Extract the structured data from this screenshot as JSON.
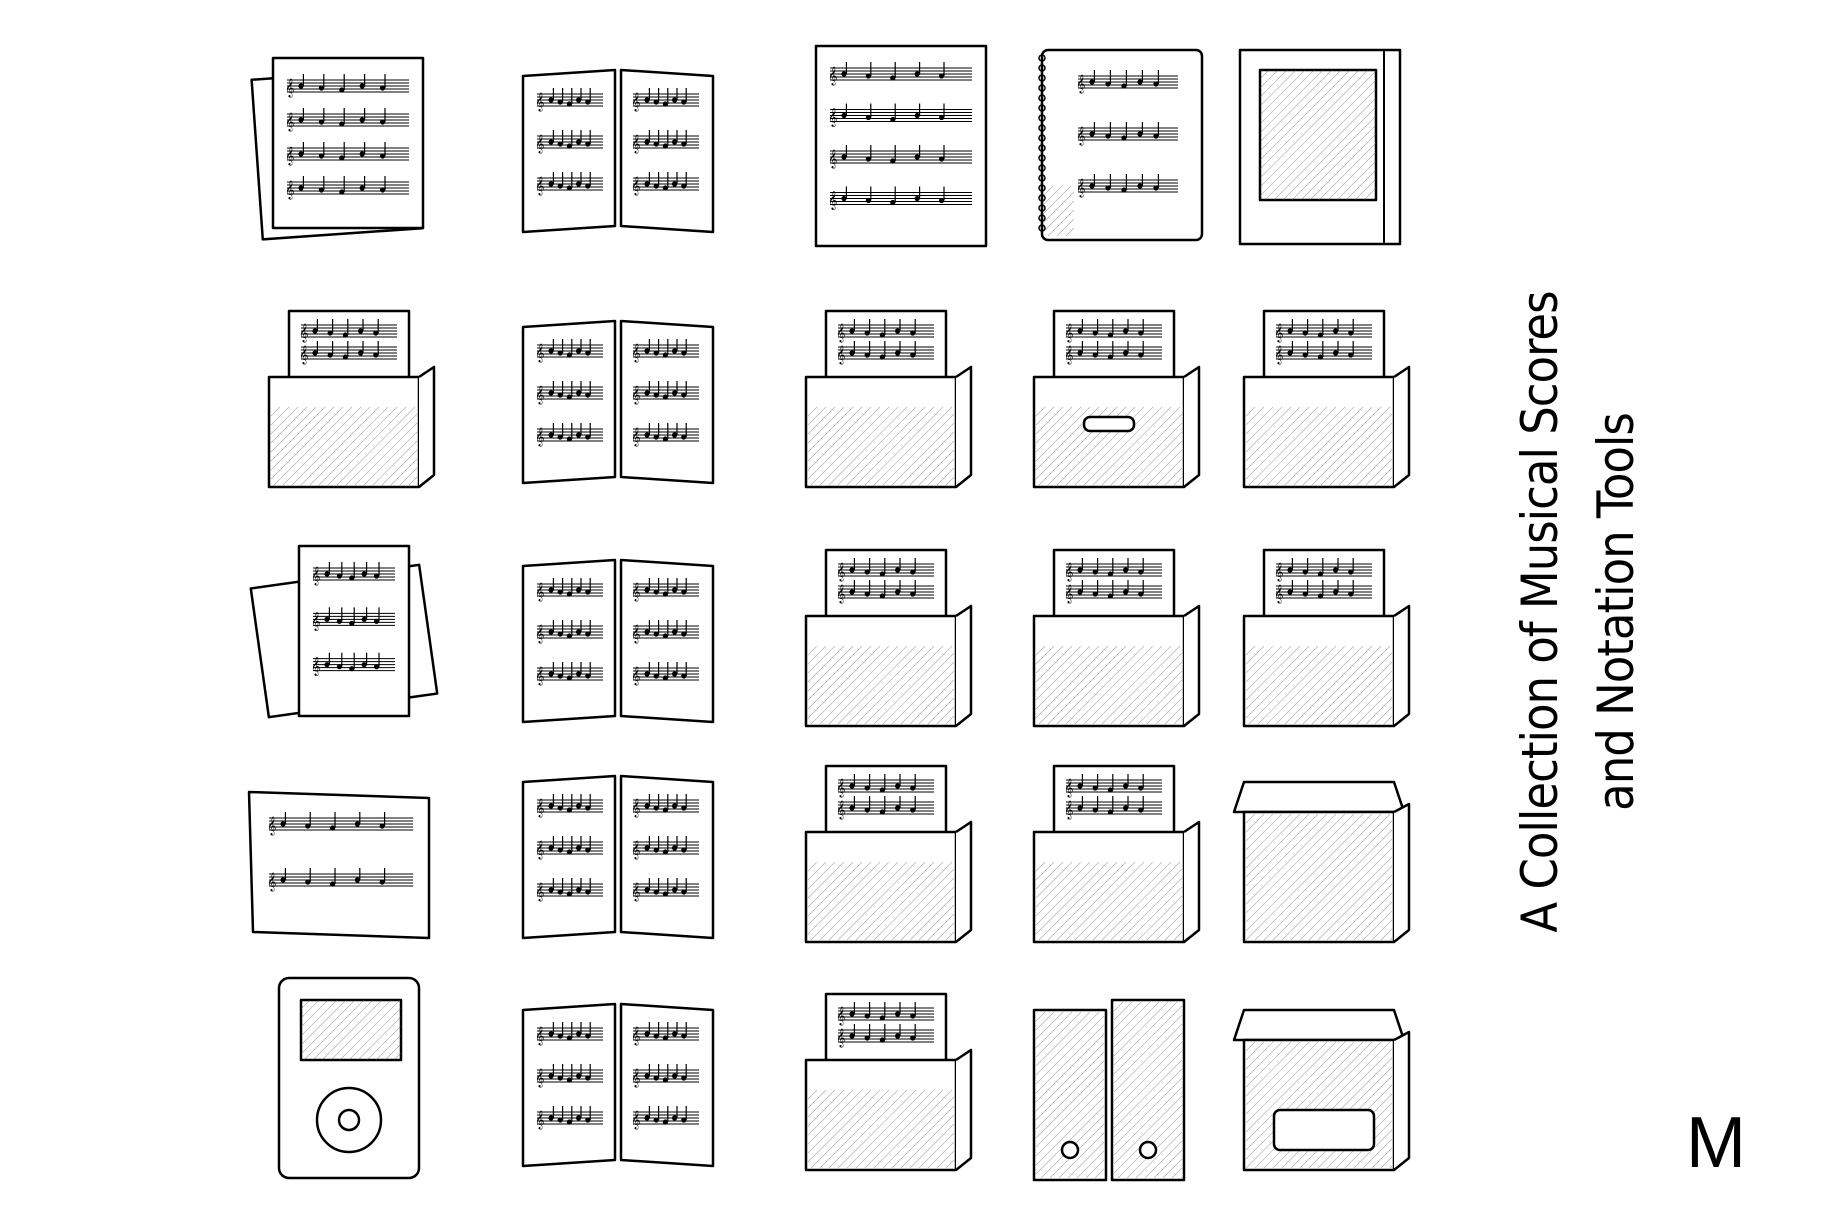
{
  "title": {
    "line1": "A Collection of Musical Scores",
    "line2": "and Notation Tools"
  },
  "logo": "M",
  "colors": {
    "ink": "#000000",
    "paper": "#ffffff",
    "hatch": "#555555"
  },
  "grid": [
    [
      "sheets-stack-icon",
      "open-book-icon",
      "single-sheet-icon",
      "spiral-notebook-icon",
      "hardcover-book-icon"
    ],
    [
      "file-box-icon",
      "open-binder-icon",
      "folder-box-icon",
      "archive-box-icon",
      "magazine-holder-icon"
    ],
    [
      "scattered-sheets-icon",
      "open-book-icon",
      "open-case-icon",
      "storage-box-icon",
      "storage-box-icon"
    ],
    [
      "landscape-sheet-icon",
      "open-book-icon",
      "box-with-sheets-icon",
      "book-stack-icon",
      "lidded-box-icon"
    ],
    [
      "music-player-icon",
      "open-book-icon",
      "thick-book-icon",
      "binders-icon",
      "labeled-box-icon"
    ]
  ]
}
